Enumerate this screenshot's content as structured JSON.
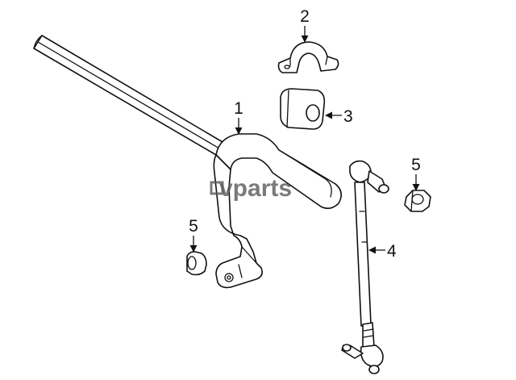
{
  "callouts": {
    "stabilizer_bar": "1",
    "bracket": "2",
    "bushing": "3",
    "link": "4",
    "nut_right": "5",
    "nut_left": "5"
  },
  "watermark": "vparts",
  "colors": {
    "line": "#111111",
    "background": "#ffffff",
    "watermark": "#5a5a5a"
  }
}
